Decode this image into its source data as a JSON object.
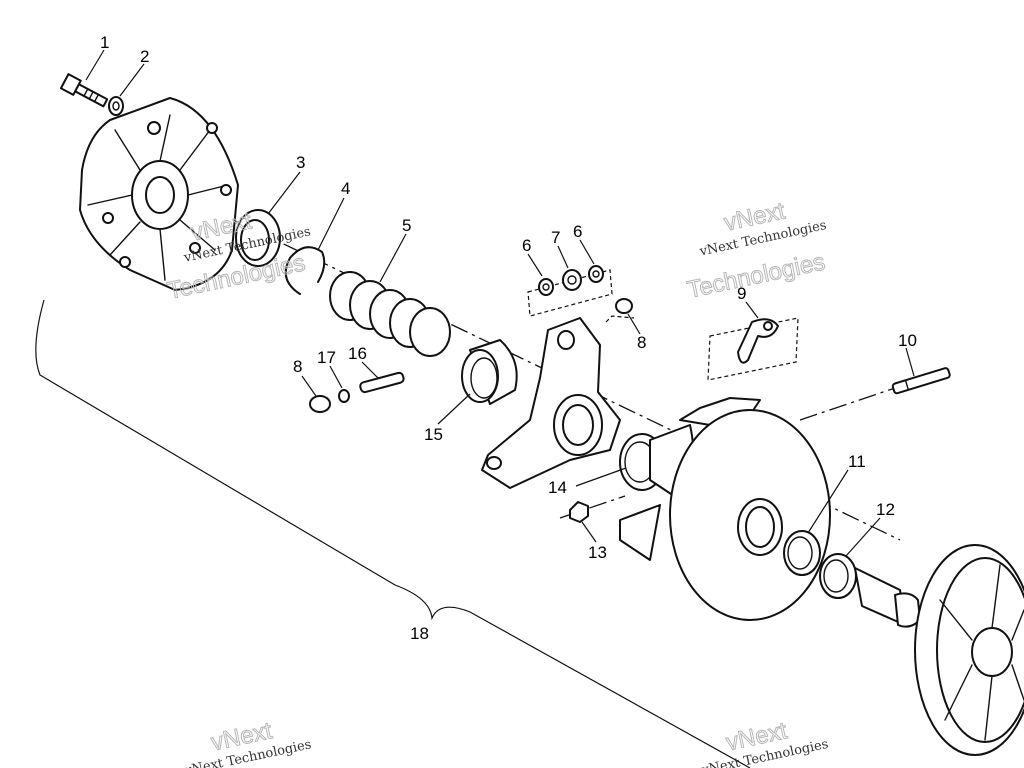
{
  "callouts": {
    "c1": "1",
    "c2": "2",
    "c3": "3",
    "c4": "4",
    "c5": "5",
    "c6a": "6",
    "c7": "7",
    "c6b": "6",
    "c8a": "8",
    "c8b": "8",
    "c9": "9",
    "c10": "10",
    "c11": "11",
    "c12": "12",
    "c13": "13",
    "c14": "14",
    "c15": "15",
    "c16": "16",
    "c17": "17",
    "c18": "18"
  },
  "watermark": {
    "company": "vNext Technologies",
    "word1": "vNext",
    "word2": "Technologies"
  }
}
